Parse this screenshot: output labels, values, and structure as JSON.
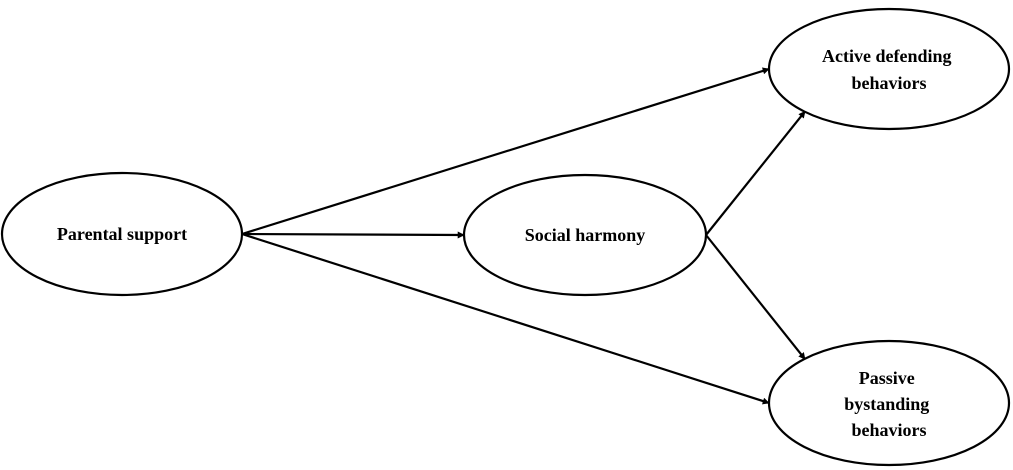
{
  "nodes": {
    "parental_support": {
      "lines": [
        "Parental support"
      ]
    },
    "social_harmony": {
      "lines": [
        "Social harmony"
      ]
    },
    "active_defending": {
      "lines": [
        "Active defending",
        "behaviors"
      ]
    },
    "passive_bystanding": {
      "lines": [
        "Passive",
        "bystanding",
        "behaviors"
      ]
    }
  },
  "edges": [
    {
      "from": "parental_support",
      "to": "active_defending"
    },
    {
      "from": "parental_support",
      "to": "social_harmony"
    },
    {
      "from": "parental_support",
      "to": "passive_bystanding"
    },
    {
      "from": "social_harmony",
      "to": "active_defending"
    },
    {
      "from": "social_harmony",
      "to": "passive_bystanding"
    }
  ]
}
